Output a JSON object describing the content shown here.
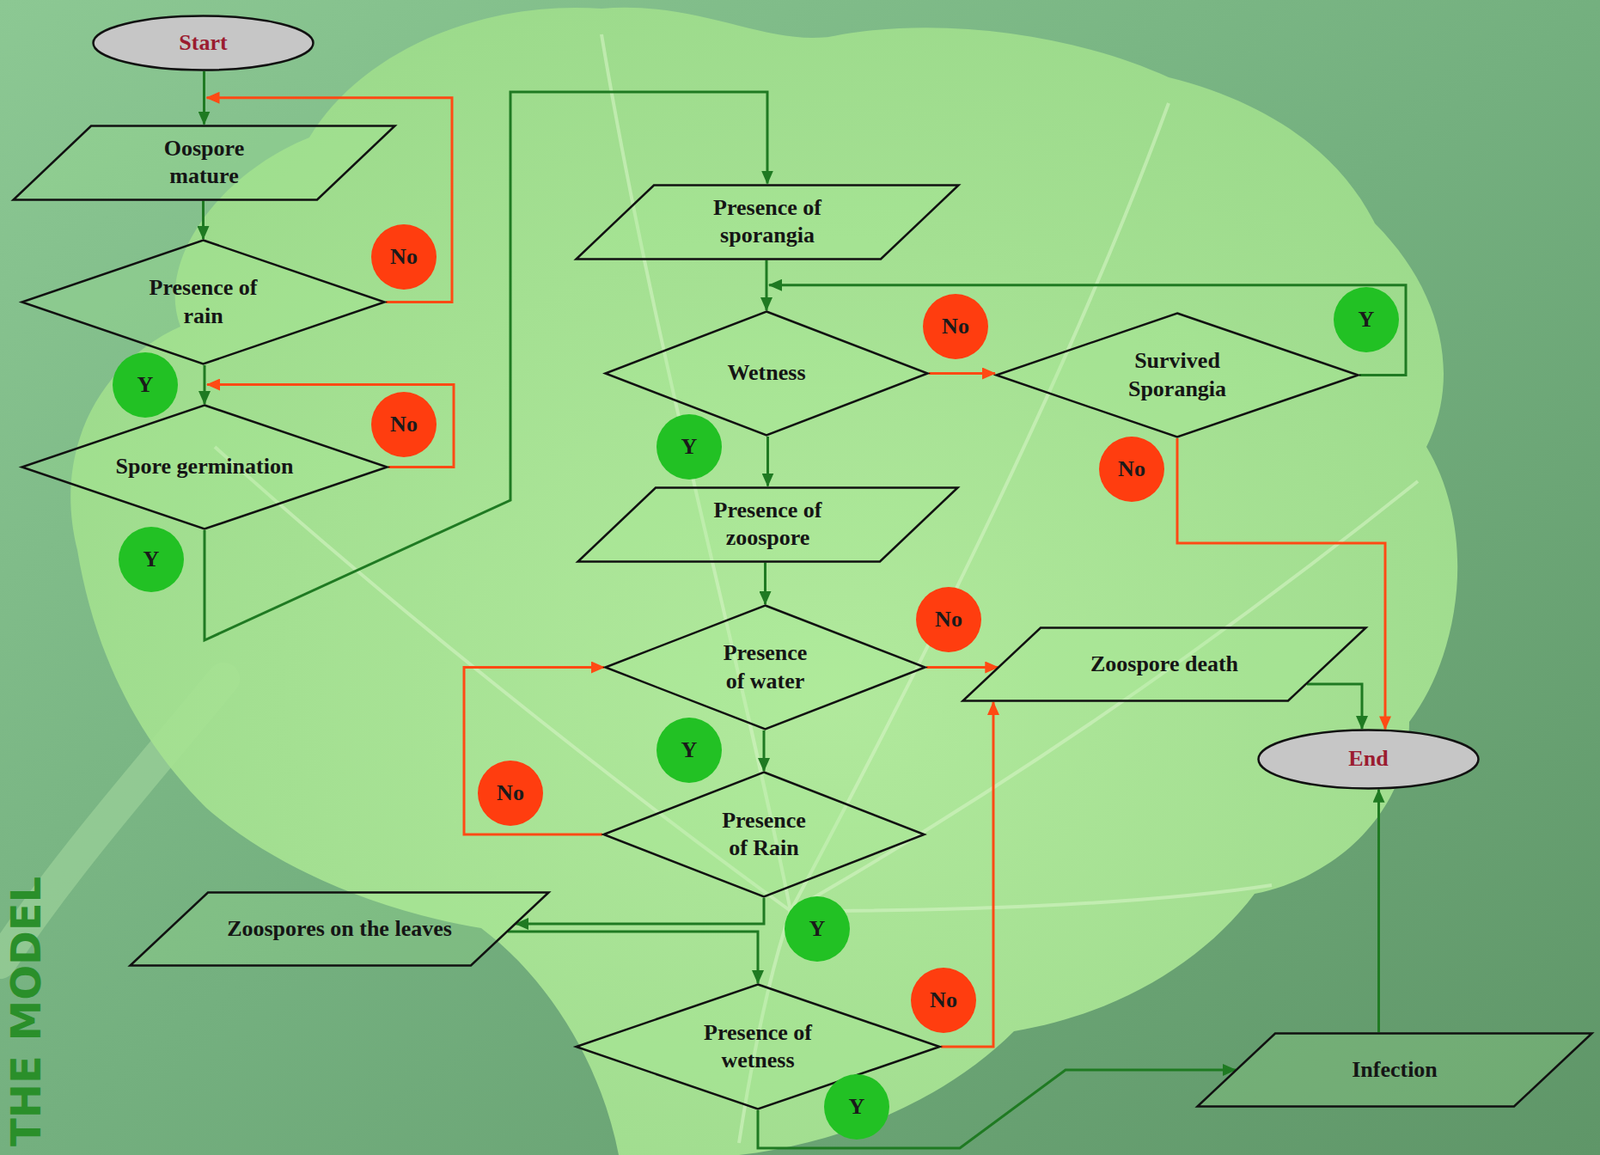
{
  "diagram": {
    "nodes": [
      {
        "text": [
          "Start"
        ]
      },
      {
        "text": [
          "Oospore mature"
        ]
      },
      {
        "text": [
          "Presence of rain"
        ]
      },
      {
        "text": [
          "Spore germination"
        ]
      },
      {
        "text": [
          "Presence of sporangia"
        ]
      },
      {
        "text": [
          "Wetness"
        ]
      },
      {
        "text": [
          "Survived Sporangia"
        ]
      },
      {
        "text": [
          "Presence of zoospore"
        ]
      },
      {
        "text": [
          "Presence of water"
        ]
      },
      {
        "text": [
          "Zoospore death"
        ]
      },
      {
        "text": [
          "End"
        ]
      },
      {
        "text": [
          "Presence of Rain"
        ]
      },
      {
        "text": [
          "Zoospores on the leaves"
        ]
      },
      {
        "text": [
          "Presence of wetness"
        ]
      },
      {
        "text": [
          "Infection"
        ]
      }
    ],
    "edges": [
      {
        "from": 0,
        "to": 1,
        "arrow": "to"
      },
      {
        "from": 1,
        "to": 2,
        "arrow": "to"
      },
      {
        "from": 2,
        "to": 1,
        "label": "No",
        "arrow": "to"
      },
      {
        "from": 2,
        "to": 3,
        "label": "Y",
        "arrow": "to"
      },
      {
        "from": 3,
        "to": 3,
        "label": "No",
        "arrow": "to"
      },
      {
        "from": 3,
        "to": 4,
        "label": "Y",
        "arrow": "to"
      },
      {
        "from": 4,
        "to": 5,
        "arrow": "to"
      },
      {
        "from": 5,
        "to": 6,
        "label": "No",
        "arrow": "to"
      },
      {
        "from": 6,
        "to": 5,
        "label": "Y",
        "arrow": "to"
      },
      {
        "from": 6,
        "to": 10,
        "label": "No",
        "arrow": "to"
      },
      {
        "from": 5,
        "to": 7,
        "label": "Y",
        "arrow": "to"
      },
      {
        "from": 7,
        "to": 8,
        "arrow": "to"
      },
      {
        "from": 8,
        "to": 9,
        "label": "No",
        "arrow": "to"
      },
      {
        "from": 8,
        "to": 11,
        "label": "Y",
        "arrow": "to"
      },
      {
        "from": 11,
        "to": 8,
        "label": "No",
        "arrow": "to"
      },
      {
        "from": 11,
        "to": 12,
        "label": "Y",
        "arrow": "to"
      },
      {
        "from": 12,
        "to": 13,
        "arrow": "to"
      },
      {
        "from": 13,
        "to": 9,
        "label": "No",
        "arrow": "to"
      },
      {
        "from": 13,
        "to": 14,
        "label": "Y",
        "arrow": "to"
      },
      {
        "from": 9,
        "to": 10,
        "arrow": "to"
      },
      {
        "from": 14,
        "to": 10,
        "arrow": "to"
      }
    ],
    "labels": [
      "THE MODEL"
    ]
  }
}
